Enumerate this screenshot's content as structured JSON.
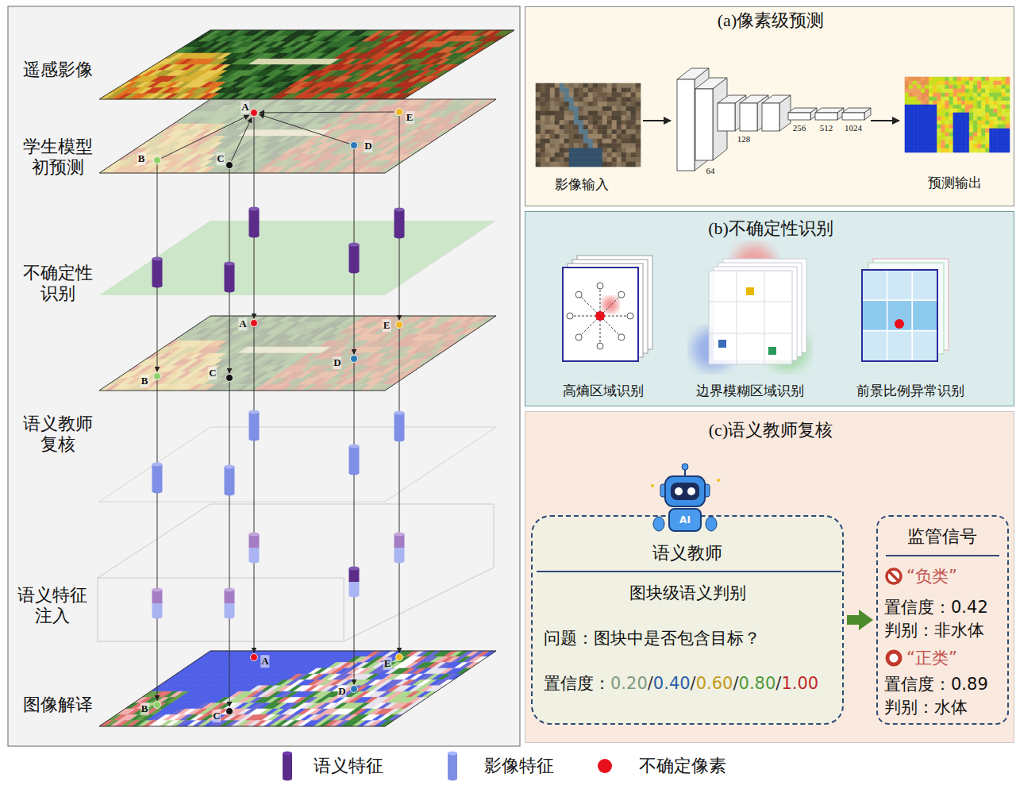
{
  "diagram": {
    "nodes": [
      {
        "text": [
          "(a)像素级预测"
        ]
      },
      {
        "text": [
          "(b)不确定性识别"
        ]
      },
      {
        "text": [
          "(c)语义教师复核"
        ]
      },
      {
        "text": [
          "语义教师",
          "图块级语义判别",
          "问题：图块中是否包含目标？",
          "置信度：",
          "0.20",
          "/",
          "0.40",
          "/",
          "0.60",
          "/",
          "0.80",
          "/",
          "1.00"
        ],
        "in": 2
      },
      {
        "text": [
          "监管信号",
          "“负类”",
          "置信度：0.42",
          "判别：非水体",
          "“正类”",
          "置信度：0.89",
          "判别：水体"
        ],
        "in": 2
      }
    ],
    "edges": [
      {
        "from": 3,
        "to": 4,
        "arrow": "to"
      }
    ],
    "labels": [
      "遥感影像",
      "学生模型 初预测",
      "不确定性 识别",
      "语义教师 复核",
      "语义特征 注入",
      "图像解译",
      "A",
      "B",
      "C",
      "D",
      "E",
      "A",
      "B",
      "C",
      "D",
      "E",
      "A",
      "B",
      "C",
      "D",
      "E",
      "64",
      "128",
      "256",
      "512",
      "1024",
      "影像输入",
      "预测输出",
      "高熵区域识别",
      "边界模糊区域识别",
      "前景比例异常识别",
      "AI"
    ],
    "legend": [
      {
        "text": "语义特征",
        "color": "#5b2c8a"
      },
      {
        "text": "影像特征",
        "color": "#7f8fe6"
      },
      {
        "text": "不确定像素",
        "color": "#e8101c"
      }
    ]
  }
}
